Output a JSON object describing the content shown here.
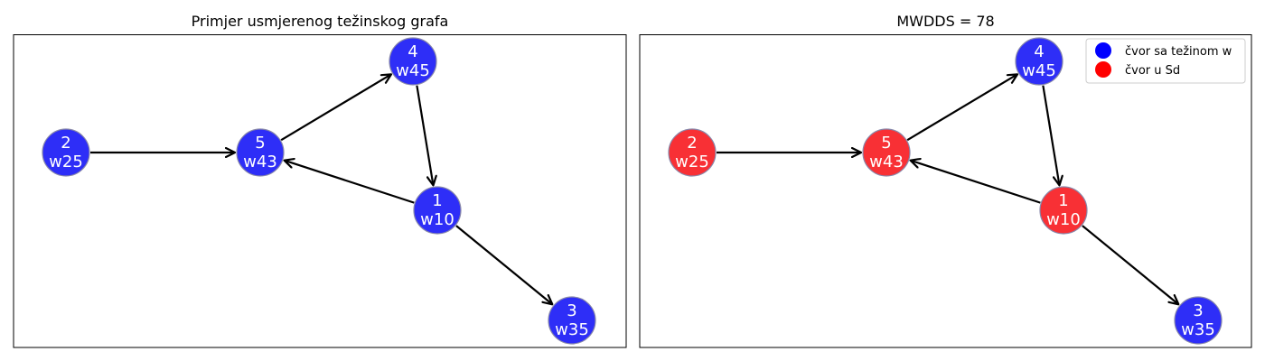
{
  "colors": {
    "default_node": "#2e2ef7",
    "highlight_node": "#f83035",
    "node_border": "#8888aa",
    "edge": "#000000",
    "legend_blue": "#0000ff",
    "legend_red": "#ff0000"
  },
  "graph": {
    "nodes": [
      {
        "id": "1",
        "label": "1",
        "weight_label": "w10"
      },
      {
        "id": "2",
        "label": "2",
        "weight_label": "w25"
      },
      {
        "id": "3",
        "label": "3",
        "weight_label": "w35"
      },
      {
        "id": "4",
        "label": "4",
        "weight_label": "w45"
      },
      {
        "id": "5",
        "label": "5",
        "weight_label": "w43"
      }
    ],
    "edges": [
      {
        "from": "2",
        "to": "5"
      },
      {
        "from": "5",
        "to": "4"
      },
      {
        "from": "4",
        "to": "1"
      },
      {
        "from": "1",
        "to": "5"
      },
      {
        "from": "1",
        "to": "3"
      }
    ]
  },
  "panels": [
    {
      "title": "Primjer usmjerenog težinskog grafa",
      "highlighted": []
    },
    {
      "title": "MWDDS = 78",
      "highlighted": [
        "1",
        "2",
        "5"
      ]
    }
  ],
  "legend": {
    "items": [
      {
        "label": "čvor sa težinom w",
        "color_key": "legend_blue"
      },
      {
        "label": "čvor u Sd",
        "color_key": "legend_red"
      }
    ]
  }
}
